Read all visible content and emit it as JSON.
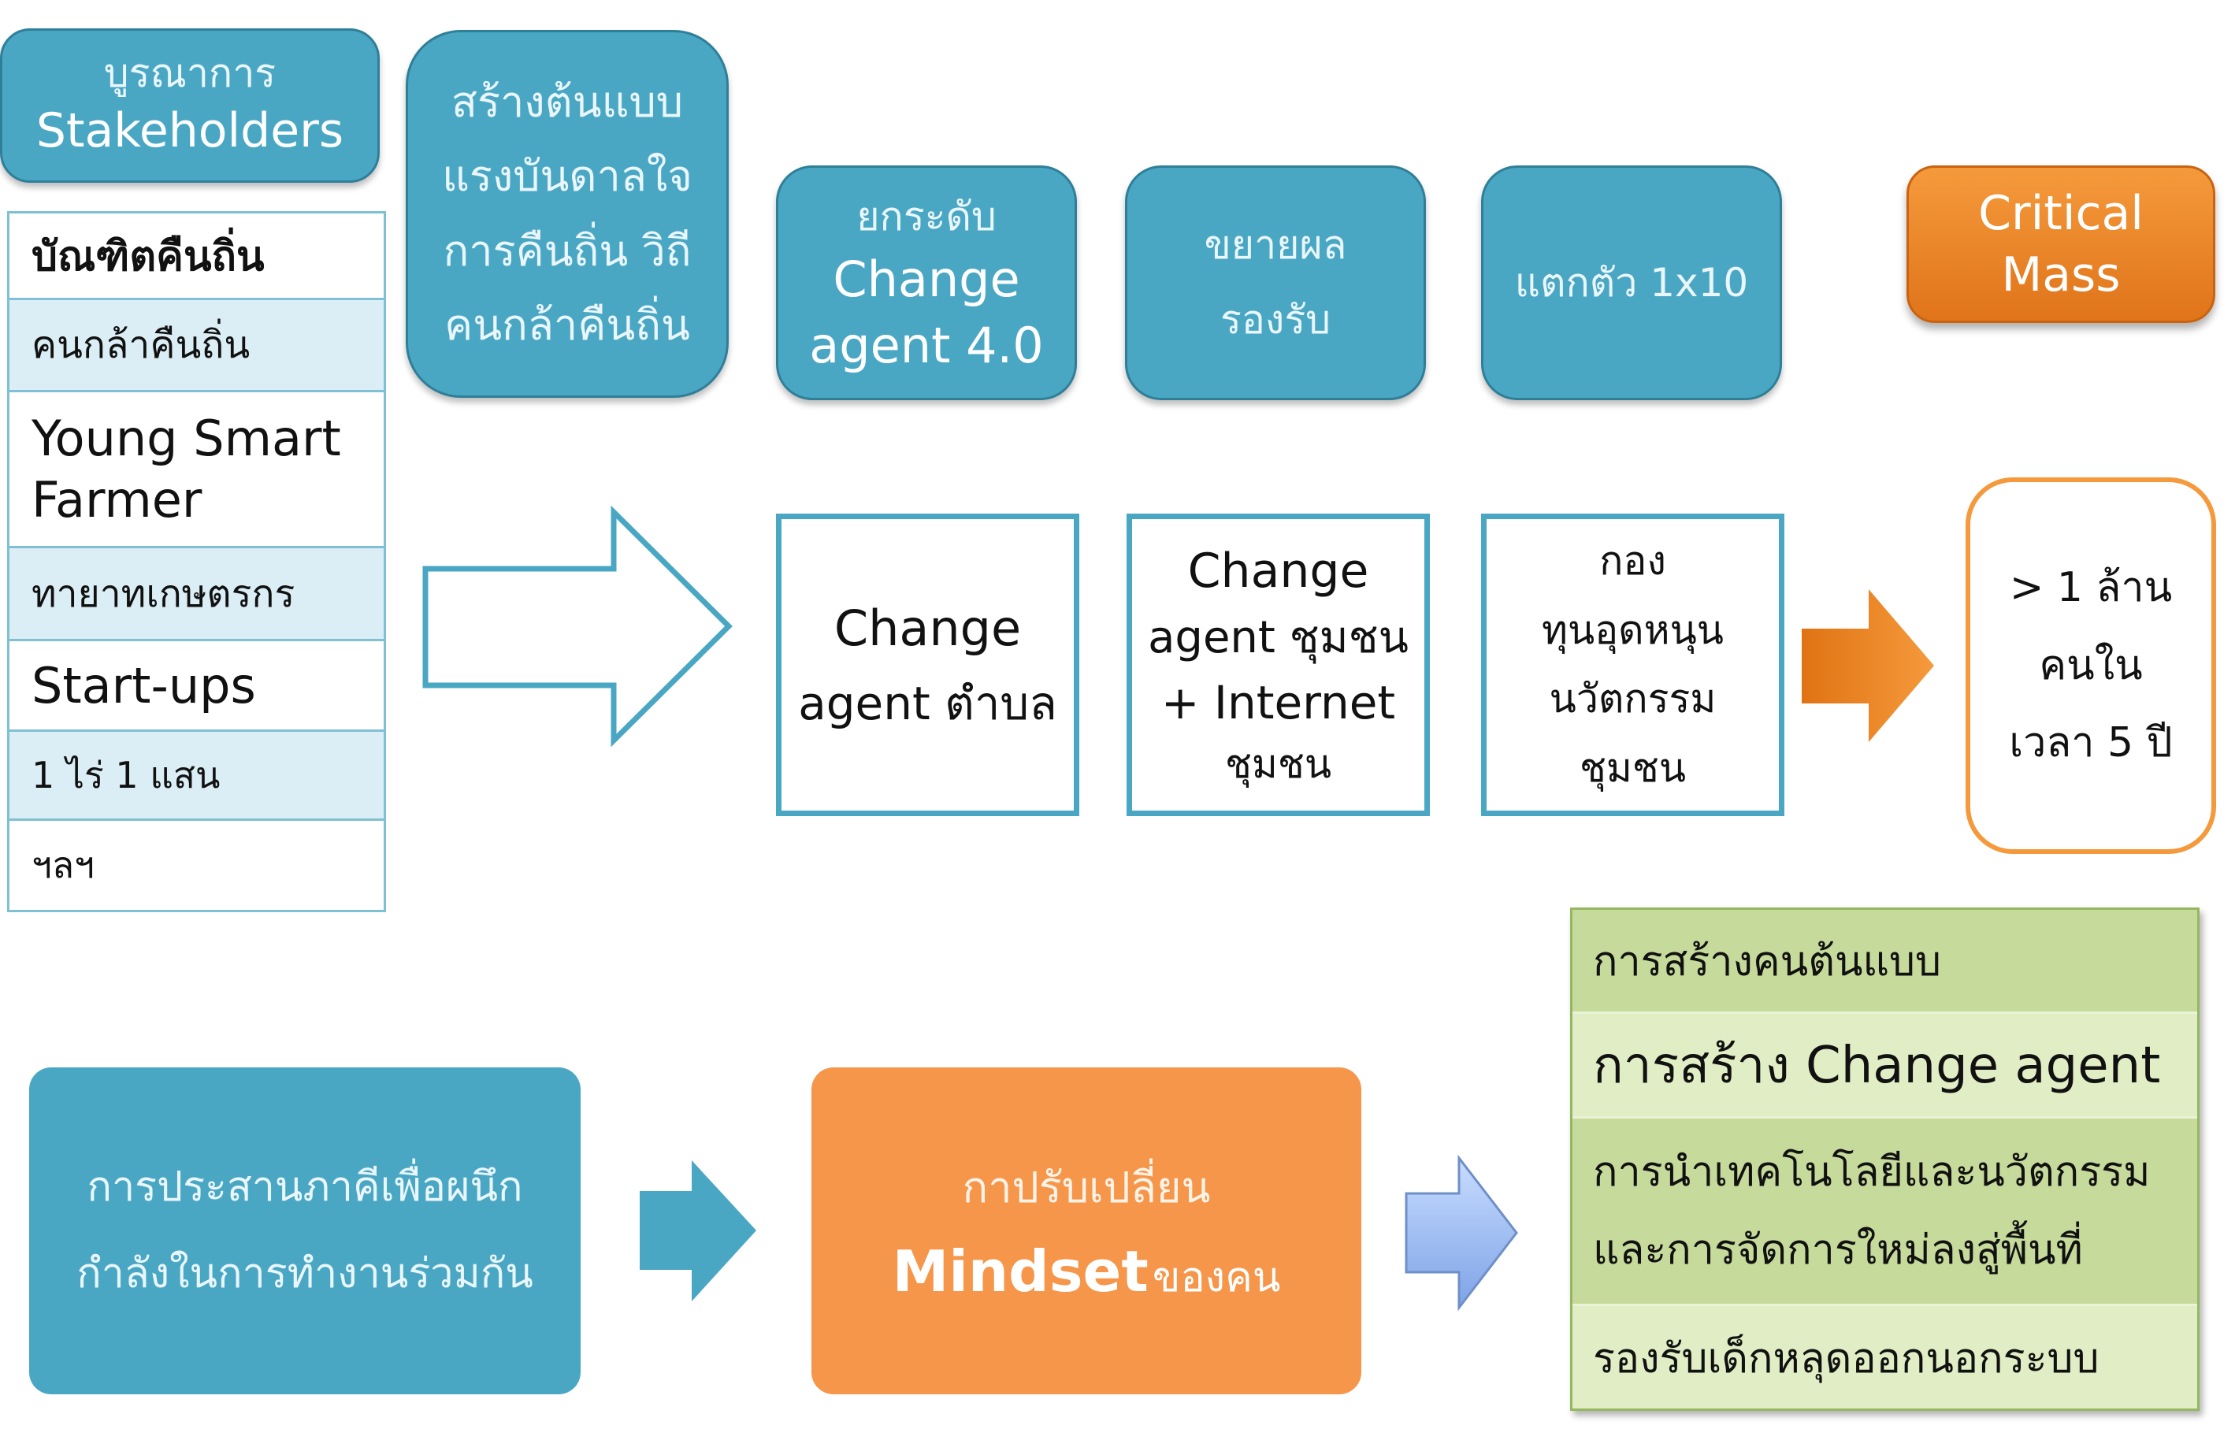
{
  "header_fragment": "",
  "stakeholders": {
    "line1": "บูรณาการ",
    "line2": "Stakeholders"
  },
  "profile_list": [
    "บัณฑิตคืนถิ่น",
    "คนกล้าคืนถิ่น",
    "Young Smart Farmer",
    "ทายาทเกษตรกร",
    "Start-ups",
    "1 ไร่ 1 แสน",
    "ฯลฯ"
  ],
  "model_box": [
    "สร้างต้นแบบ",
    "แรงบันดาลใจ",
    "การคืนถิ่น วิถี",
    "คนกล้าคืนถิ่น"
  ],
  "top_steps": [
    {
      "th": "ยกระดับ",
      "en": "Change agent 4.0"
    },
    {
      "th": "ขยายผล",
      "th2": "รองรับ"
    },
    {
      "th": "แตกตัว 1x10"
    }
  ],
  "critical_mass": {
    "line1": "Critical",
    "line2": "Mass"
  },
  "mid_boxes": [
    {
      "l1": "Change",
      "l2": "agent ตำบล"
    },
    {
      "l1": "Change",
      "l2": "agent ชุมชน",
      "l3": "+ Internet",
      "l4": "ชุมชน"
    },
    {
      "l1": "กอง",
      "l2": "ทุนอุดหนุน",
      "l3": "นวัตกรรม",
      "l4": "ชุมชน"
    }
  ],
  "target": {
    "l1": "> 1 ล้าน",
    "l2": "คนใน",
    "l3": "เวลา 5 ปี"
  },
  "bottom_left": {
    "l1": "การประสานภาคีเพื่อผนึก",
    "l2": "กำลังในการทำงานร่วมกัน"
  },
  "mindset": {
    "l1": "กาปรับเปลี่ยน",
    "l2": "Mindset",
    "l3": "ของคน"
  },
  "outcomes": [
    "การสร้างคนต้นแบบ",
    "การสร้าง Change agent",
    "การนำเทคโนโลยีและนวัตกรรม",
    "และการจัดการใหม่ลงสู่พื้นที่",
    "รองรับเด็กหลุดออกนอกระบบ"
  ],
  "colors": {
    "teal": "#4aa7c4",
    "teal_border": "#2f7f98",
    "orange": "#f0851f",
    "orange_soft": "#f5964a",
    "green": "#c6da9b",
    "green_light": "#e1eec5",
    "list_alt": "#dbeef5"
  },
  "icons": [
    "hollow-right-arrow-icon",
    "orange-right-arrow-icon",
    "teal-right-arrow-icon",
    "light-blue-right-arrow-icon"
  ]
}
